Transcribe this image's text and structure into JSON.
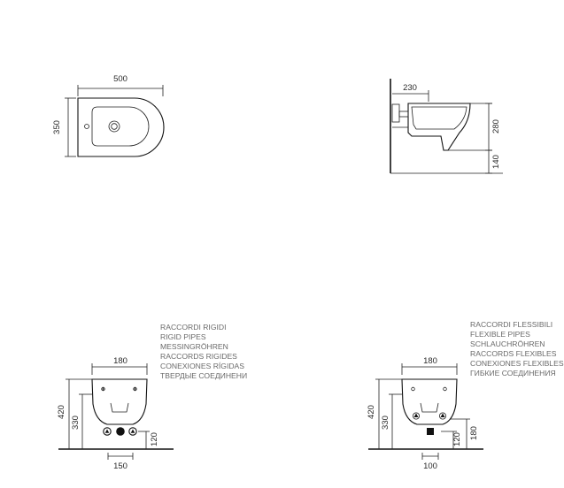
{
  "top_view": {
    "width_label": "500",
    "depth_label": "350"
  },
  "side_view": {
    "depth_label": "230",
    "height_label": "280",
    "floor_label": "140"
  },
  "rigid": {
    "title_lines": [
      "RACCORDI RIGIDI",
      "RIGID PIPES",
      "MESSINGRÖHREN",
      "RACCORDS RIGIDES",
      "CONEXIONES RÍGIDAS",
      "ТВЕРДЫЕ СОЕДИНЕНИ"
    ],
    "top_width": "180",
    "height_total": "420",
    "height_mid": "330",
    "pipe_height": "120",
    "bottom_width": "150"
  },
  "flexible": {
    "title_lines": [
      "RACCORDI FLESSIBILI",
      "FLEXIBLE PIPES",
      "SCHLAUCHRÖHREN",
      "RACCORDS FLEXIBLES",
      "CONEXIONES FLEXIBLES",
      "ГИБКИЕ СОЕДИНЕНИЯ"
    ],
    "top_width": "180",
    "height_total": "420",
    "height_mid": "330",
    "pipe_height": "120",
    "pipe_height_2": "180",
    "bottom_width": "100"
  }
}
